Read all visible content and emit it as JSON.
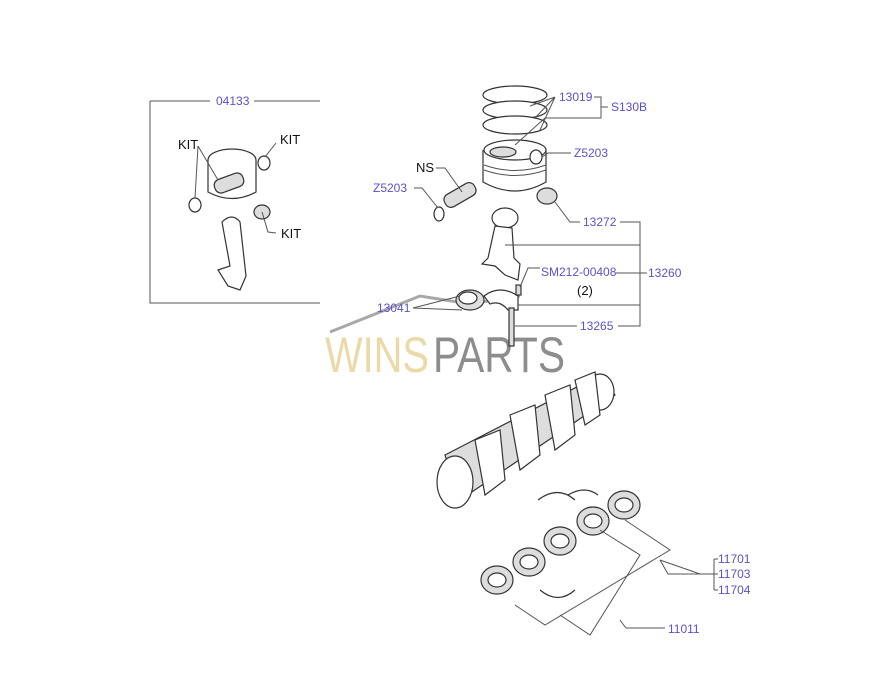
{
  "inset": {
    "label": "04133",
    "kit_labels": [
      "KIT",
      "KIT",
      "KIT"
    ]
  },
  "parts": {
    "rings": "13019",
    "piston_kit": "S130B",
    "snap_ring_right": "Z5203",
    "pin_note": "NS",
    "snap_ring_left": "Z5203",
    "bushing": "13272",
    "bolt_nut": "SM212-00408",
    "bolt_nut_qty": "(2)",
    "con_rod": "13260",
    "bearing": "13041",
    "bolt": "13265",
    "main_bearing_1": "11701",
    "main_bearing_2": "11703",
    "main_bearing_3": "11704",
    "crankshaft": "11011"
  },
  "watermark": {
    "part1": "WINS",
    "part2": "PARTS",
    "color1": "#e8d49a",
    "color2": "#7a7a7a"
  },
  "colors": {
    "part_number": "#5a52c8"
  }
}
